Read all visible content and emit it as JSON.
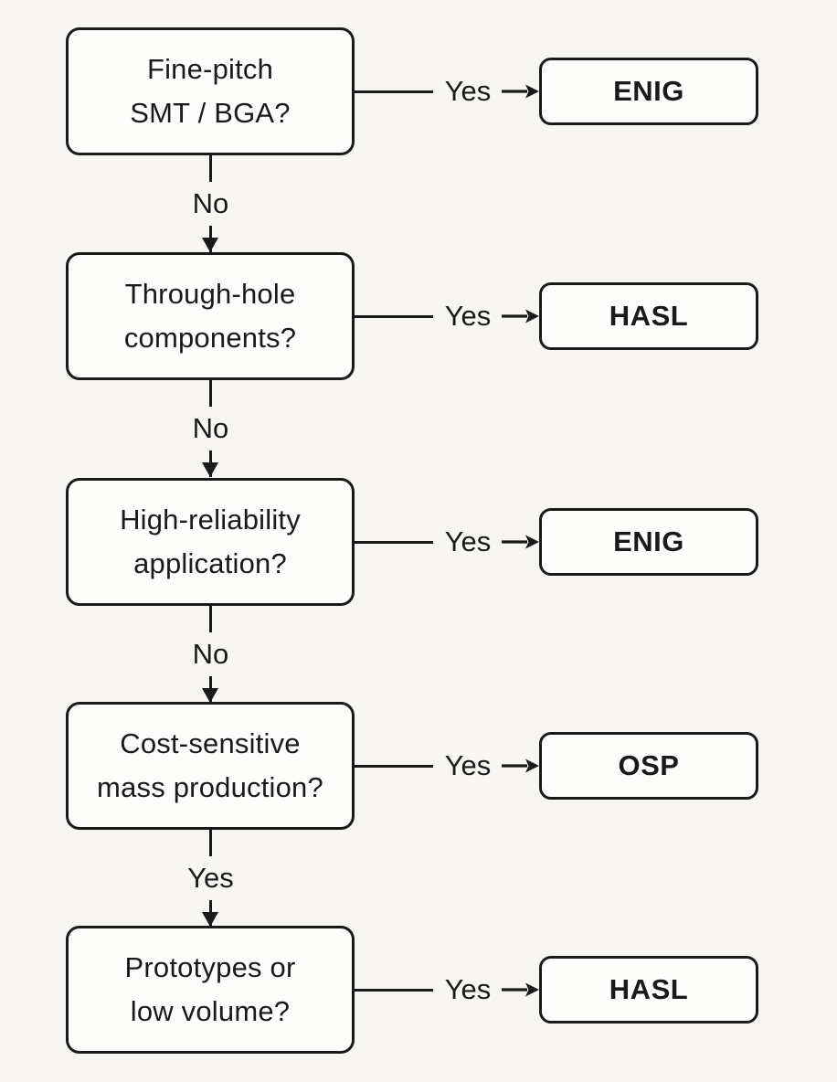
{
  "diagram": {
    "type": "decision-flowchart",
    "topic": "PCB surface finish selection",
    "colors": {
      "background": "#f8f6f3",
      "box_fill": "#fdfdfc",
      "line": "#1a1a1a"
    },
    "icons": {
      "branch_arrow": "arrow-right-icon",
      "flow_arrow": "arrow-down-icon"
    },
    "rows": [
      {
        "question": "Fine-pitch\nSMT / BGA?",
        "branch_yes": "Yes",
        "result": "ENIG",
        "branch_down": "No"
      },
      {
        "question": "Through-hole\ncomponents?",
        "branch_yes": "Yes",
        "result": "HASL",
        "branch_down": "No"
      },
      {
        "question": "High-reliability\napplication?",
        "branch_yes": "Yes",
        "result": "ENIG",
        "branch_down": "No"
      },
      {
        "question": "Cost-sensitive\nmass production?",
        "branch_yes": "Yes",
        "result": "OSP",
        "branch_down": "Yes"
      },
      {
        "question": "Prototypes or\nlow volume?",
        "branch_yes": "Yes",
        "result": "HASL"
      }
    ]
  }
}
